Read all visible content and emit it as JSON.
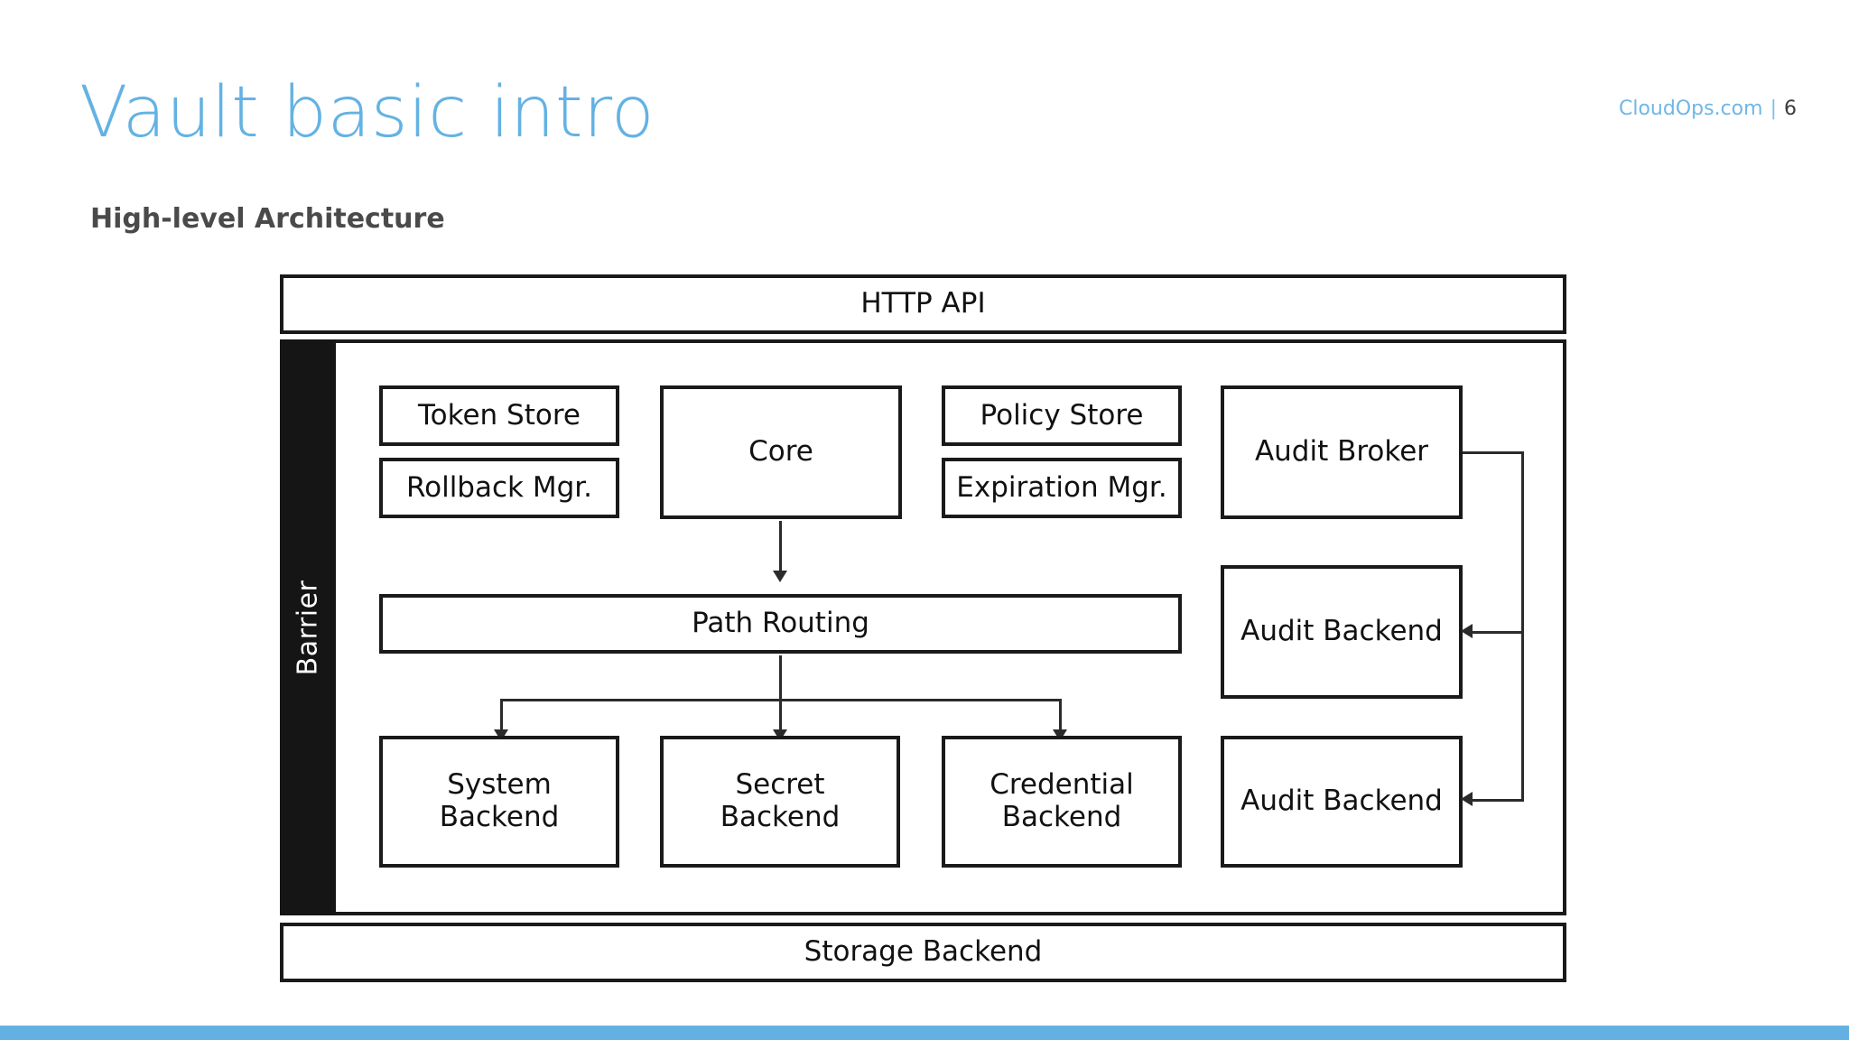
{
  "header": {
    "title": "Vault basic intro",
    "brand": "CloudOps.com",
    "separator": "|",
    "page_number": "6",
    "subtitle": "High-level Architecture"
  },
  "theme": {
    "title_color": "#64b2e3",
    "brand_color": "#6fb7e6",
    "subtitle_color": "#4a4a4a",
    "accent_bar_color": "#63b0e3",
    "box_border_color": "#1a1a1a",
    "barrier_fill": "#151515",
    "barrier_text_color": "#ffffff"
  },
  "diagram": {
    "name": "vault-high-level-architecture",
    "top_band": {
      "label": "HTTP API"
    },
    "bottom_band": {
      "label": "Storage Backend"
    },
    "barrier": {
      "label": "Barrier"
    },
    "boxes": [
      {
        "id": "token-store",
        "label": "Token Store"
      },
      {
        "id": "rollback-mgr",
        "label": "Rollback Mgr."
      },
      {
        "id": "core",
        "label": "Core"
      },
      {
        "id": "policy-store",
        "label": "Policy Store"
      },
      {
        "id": "expiration-mgr",
        "label": "Expiration Mgr."
      },
      {
        "id": "audit-broker",
        "label": "Audit Broker"
      },
      {
        "id": "path-routing",
        "label": "Path Routing"
      },
      {
        "id": "audit-backend-1",
        "label": "Audit Backend"
      },
      {
        "id": "system-backend",
        "label": "System\nBackend"
      },
      {
        "id": "secret-backend",
        "label": "Secret\nBackend"
      },
      {
        "id": "credential-backend",
        "label": "Credential\nBackend"
      },
      {
        "id": "audit-backend-2",
        "label": "Audit Backend"
      }
    ],
    "connections": [
      {
        "from": "core",
        "to": "path-routing",
        "style": "arrow-down"
      },
      {
        "from": "path-routing",
        "to": "system-backend",
        "style": "arrow-down"
      },
      {
        "from": "path-routing",
        "to": "secret-backend",
        "style": "arrow-down"
      },
      {
        "from": "path-routing",
        "to": "credential-backend",
        "style": "arrow-down"
      },
      {
        "from": "audit-broker",
        "to": "audit-backend-1",
        "style": "arrow-left"
      },
      {
        "from": "audit-broker",
        "to": "audit-backend-2",
        "style": "arrow-left"
      }
    ]
  }
}
